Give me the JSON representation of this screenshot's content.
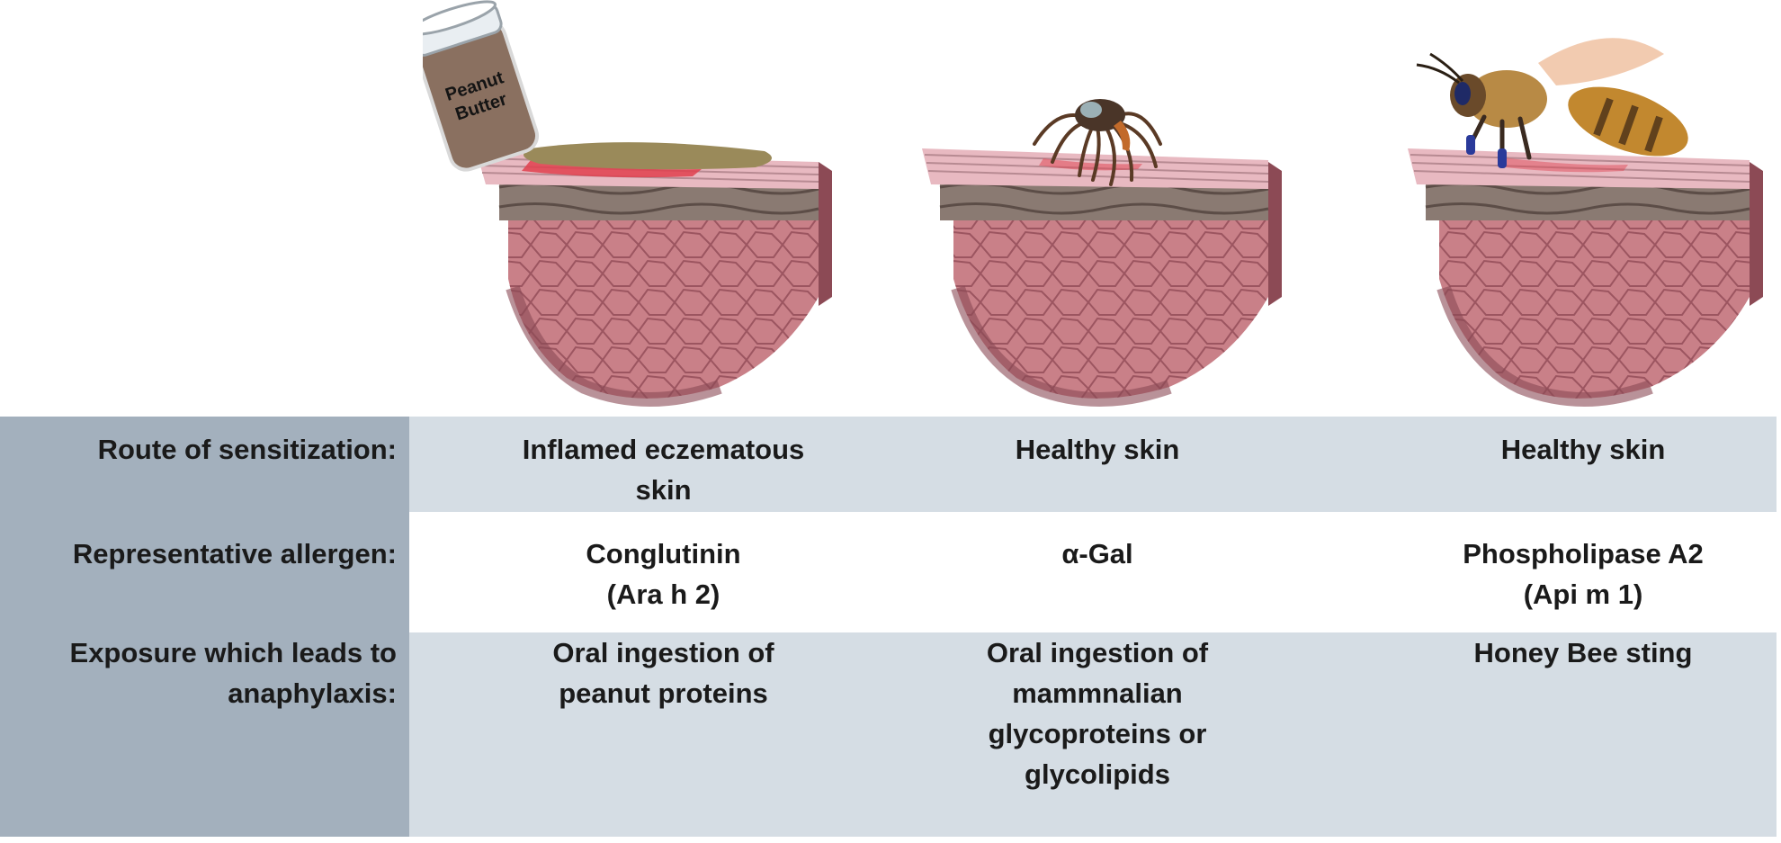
{
  "illustrations": {
    "jar_label": [
      "Peanut",
      "Butter"
    ]
  },
  "table": {
    "rows": [
      {
        "header": [
          "Route of sensitization:"
        ],
        "cells": [
          [
            "Inflamed eczematous",
            "skin"
          ],
          [
            "Healthy skin"
          ],
          [
            "Healthy skin"
          ]
        ]
      },
      {
        "header": [
          "Representative allergen:"
        ],
        "cells": [
          [
            "Conglutinin",
            "(Ara h 2)"
          ],
          [
            "α-Gal"
          ],
          [
            "Phospholipase A2",
            "(Api m 1)"
          ]
        ]
      },
      {
        "header": [
          "Exposure which leads to",
          "anaphylaxis:"
        ],
        "cells": [
          [
            "Oral ingestion of",
            "peanut proteins"
          ],
          [
            "Oral ingestion of",
            "mammnalian",
            "glycoproteins or",
            "glycolipids"
          ],
          [
            "Honey Bee sting"
          ]
        ]
      }
    ]
  },
  "colors": {
    "header_bg": "#a3b0bd",
    "row_light_bg": "#d5dde4",
    "skin_tissue": "#c98088",
    "epidermis_layers": "#e8b9c1",
    "inflammation": "#e0404e"
  }
}
